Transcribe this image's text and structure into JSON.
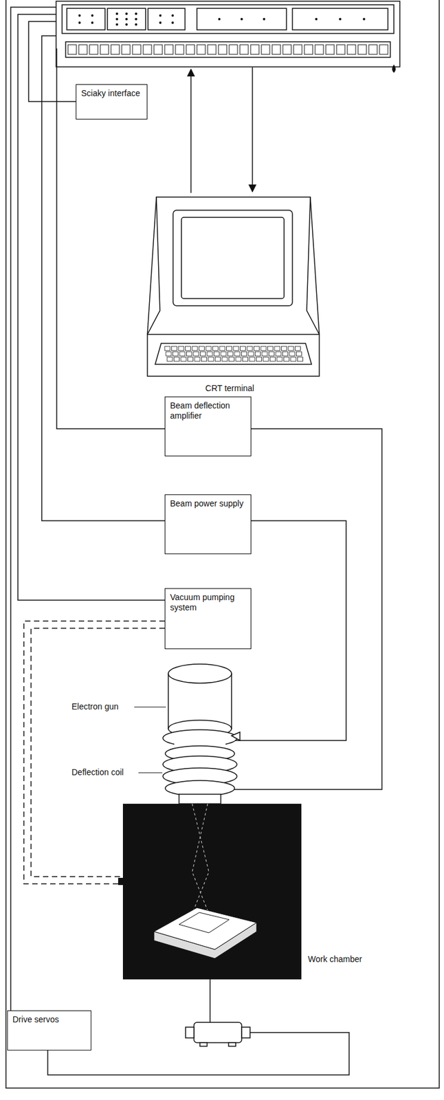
{
  "diagram": {
    "nodes": [
      {
        "text": [
          "Sciaky interface"
        ]
      },
      {
        "text": [
          "Beam deflection amplifier"
        ]
      },
      {
        "text": [
          "Beam power supply"
        ]
      },
      {
        "text": [
          "Vacuum pumping system"
        ]
      },
      {
        "text": [
          "Drive servos"
        ]
      }
    ],
    "labels": [
      "CRT terminal",
      "Electron gun",
      "Deflection coil",
      "Work chamber"
    ]
  }
}
